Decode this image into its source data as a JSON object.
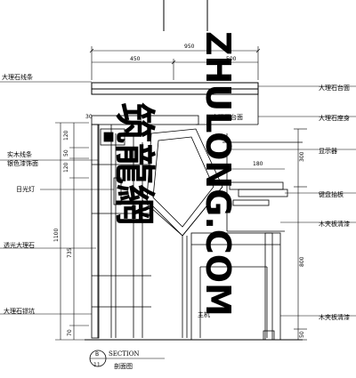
{
  "labels_left": [
    "大理石线条",
    "实木线条",
    "银色漆饰面",
    "日光灯",
    "透光大理石",
    "大理石镠坑"
  ],
  "labels_right": [
    "大理石台面",
    "大理石座身",
    "显示器",
    "键盘抽板",
    "木夹板清漆",
    "木夹板清漆"
  ],
  "dimensions": {
    "top_total": "950",
    "top_left": "450",
    "top_right": "500",
    "top_offset": "30",
    "v_120a": "120",
    "v_50": "50",
    "v_120b": "120",
    "v_1100": "1100",
    "v_735": "735",
    "v_70": "70",
    "mid_180": "180",
    "r_300": "300",
    "r_800": "800",
    "r_50": "50"
  },
  "inner_labels": {
    "marble_face": "大理石台面",
    "host": "主机"
  },
  "section": {
    "letter": "B",
    "number": "11",
    "title": "SECTION",
    "subtitle": "剖面图"
  },
  "watermark": {
    "brand_cn": "筑龍網",
    "url": "ZHULONG.COM"
  }
}
